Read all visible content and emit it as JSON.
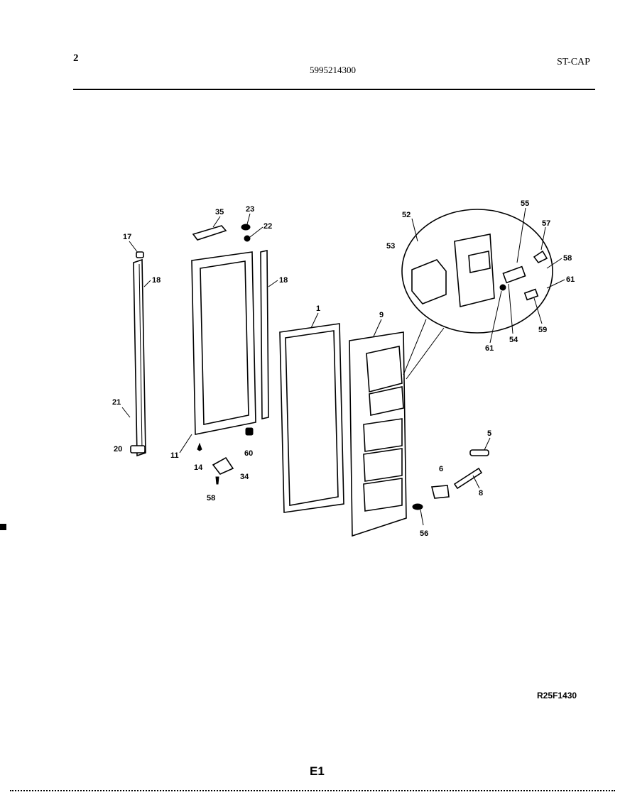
{
  "header": {
    "page_number": "2",
    "part_number": "5995214300",
    "section_code": "ST-CAP"
  },
  "footer": {
    "reference_code": "R25F1430",
    "sheet_id": "E1"
  },
  "callouts": {
    "c35": "35",
    "c23": "23",
    "c22": "22",
    "c17": "17",
    "c18a": "18",
    "c18b": "18",
    "c1": "1",
    "c9": "9",
    "c21": "21",
    "c20": "20",
    "c11": "11",
    "c14": "14",
    "c60": "60",
    "c34": "34",
    "c58a": "58",
    "c52": "52",
    "c53": "53",
    "c55": "55",
    "c57": "57",
    "c58b": "58",
    "c61a": "61",
    "c61b": "61",
    "c54": "54",
    "c59": "59",
    "c5": "5",
    "c6": "6",
    "c8": "8",
    "c56": "56"
  }
}
